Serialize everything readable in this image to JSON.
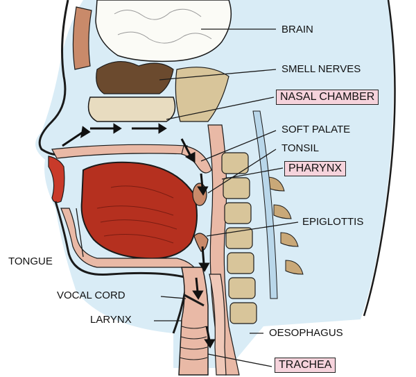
{
  "labels": {
    "brain": "BRAIN",
    "smell_nerves": "SMELL NERVES",
    "nasal_chamber": "NASAL CHAMBER",
    "soft_palate": "SOFT PALATE",
    "tonsil": "TONSIL",
    "pharynx": "PHARYNX",
    "epiglottis": "EPIGLOTTIS",
    "tongue": "TONGUE",
    "vocal_cord": "VOCAL CORD",
    "larynx": "LARYNX",
    "oesophagus": "OESOPHAGUS",
    "trachea": "TRACHEA"
  },
  "colors": {
    "highlight_box": "#f6d3dc",
    "tongue": "#b5301f",
    "tissue_pink": "#e9b9a6",
    "bone": "#d8c59a",
    "airway_blue": "#d9ecf6",
    "brain": "#fbfbf6",
    "outline": "#1a1a1a"
  }
}
